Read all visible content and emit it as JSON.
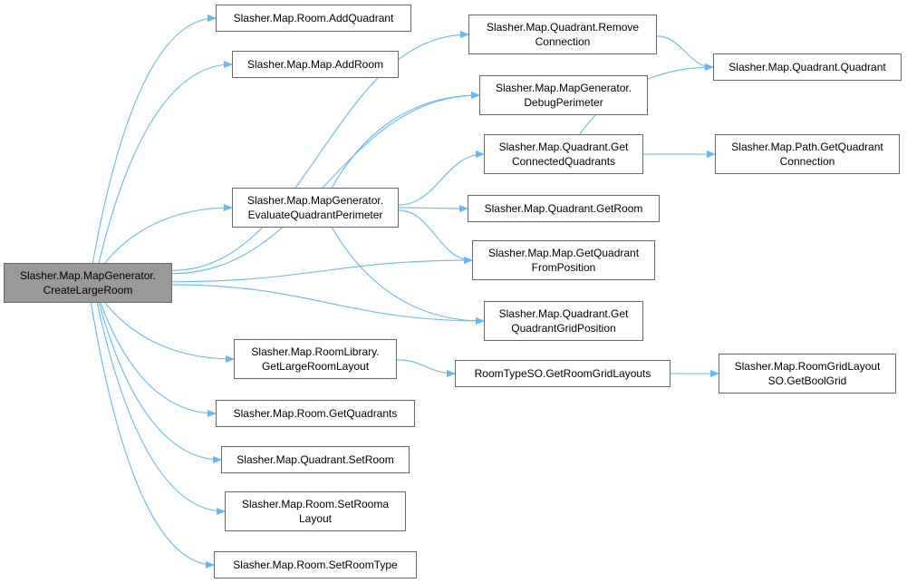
{
  "colors": {
    "edge": "#63b8ff",
    "node_border": "#666666",
    "root_fill": "#999999",
    "node_fill": "#ffffff"
  },
  "nodes": {
    "create_large_room": "Slasher.Map.MapGenerator.\nCreateLargeRoom",
    "room_add_quadrant": "Slasher.Map.Room.AddQuadrant",
    "map_add_room": "Slasher.Map.Map.AddRoom",
    "quadrant_remove_connection": "Slasher.Map.Quadrant.Remove\nConnection",
    "quadrant_ctor": "Slasher.Map.Quadrant.Quadrant",
    "debug_perimeter": "Slasher.Map.MapGenerator.\nDebugPerimeter",
    "get_connected_quadrants": "Slasher.Map.Quadrant.Get\nConnectedQuadrants",
    "path_get_quadrant_connection": "Slasher.Map.Path.GetQuadrant\nConnection",
    "evaluate_quadrant_perimeter": "Slasher.Map.MapGenerator.\nEvaluateQuadrantPerimeter",
    "quadrant_get_room": "Slasher.Map.Quadrant.GetRoom",
    "map_get_quadrant_from_position": "Slasher.Map.Map.GetQuadrant\nFromPosition",
    "quadrant_get_grid_position": "Slasher.Map.Quadrant.Get\nQuadrantGridPosition",
    "room_library_get_large_room_layout": "Slasher.Map.RoomLibrary.\nGetLargeRoomLayout",
    "room_type_so_get_room_grid_layouts": "RoomTypeSO.GetRoomGridLayouts",
    "room_grid_layout_so_get_bool_grid": "Slasher.Map.RoomGridLayout\nSO.GetBoolGrid",
    "room_get_quadrants": "Slasher.Map.Room.GetQuadrants",
    "quadrant_set_room": "Slasher.Map.Quadrant.SetRoom",
    "room_set_rooma_layout": "Slasher.Map.Room.SetRooma\nLayout",
    "room_set_room_type": "Slasher.Map.Room.SetRoomType"
  },
  "edges": [
    [
      "create_large_room",
      "room_add_quadrant"
    ],
    [
      "create_large_room",
      "map_add_room"
    ],
    [
      "create_large_room",
      "quadrant_remove_connection"
    ],
    [
      "create_large_room",
      "debug_perimeter"
    ],
    [
      "create_large_room",
      "evaluate_quadrant_perimeter"
    ],
    [
      "create_large_room",
      "map_get_quadrant_from_position"
    ],
    [
      "create_large_room",
      "quadrant_get_grid_position"
    ],
    [
      "create_large_room",
      "room_library_get_large_room_layout"
    ],
    [
      "create_large_room",
      "room_get_quadrants"
    ],
    [
      "create_large_room",
      "quadrant_set_room"
    ],
    [
      "create_large_room",
      "room_set_rooma_layout"
    ],
    [
      "create_large_room",
      "room_set_room_type"
    ],
    [
      "quadrant_remove_connection",
      "quadrant_ctor"
    ],
    [
      "evaluate_quadrant_perimeter",
      "debug_perimeter"
    ],
    [
      "evaluate_quadrant_perimeter",
      "get_connected_quadrants"
    ],
    [
      "evaluate_quadrant_perimeter",
      "quadrant_get_room"
    ],
    [
      "evaluate_quadrant_perimeter",
      "map_get_quadrant_from_position"
    ],
    [
      "evaluate_quadrant_perimeter",
      "quadrant_get_grid_position"
    ],
    [
      "get_connected_quadrants",
      "quadrant_ctor"
    ],
    [
      "get_connected_quadrants",
      "path_get_quadrant_connection"
    ],
    [
      "room_library_get_large_room_layout",
      "room_type_so_get_room_grid_layouts"
    ],
    [
      "room_type_so_get_room_grid_layouts",
      "room_grid_layout_so_get_bool_grid"
    ]
  ]
}
